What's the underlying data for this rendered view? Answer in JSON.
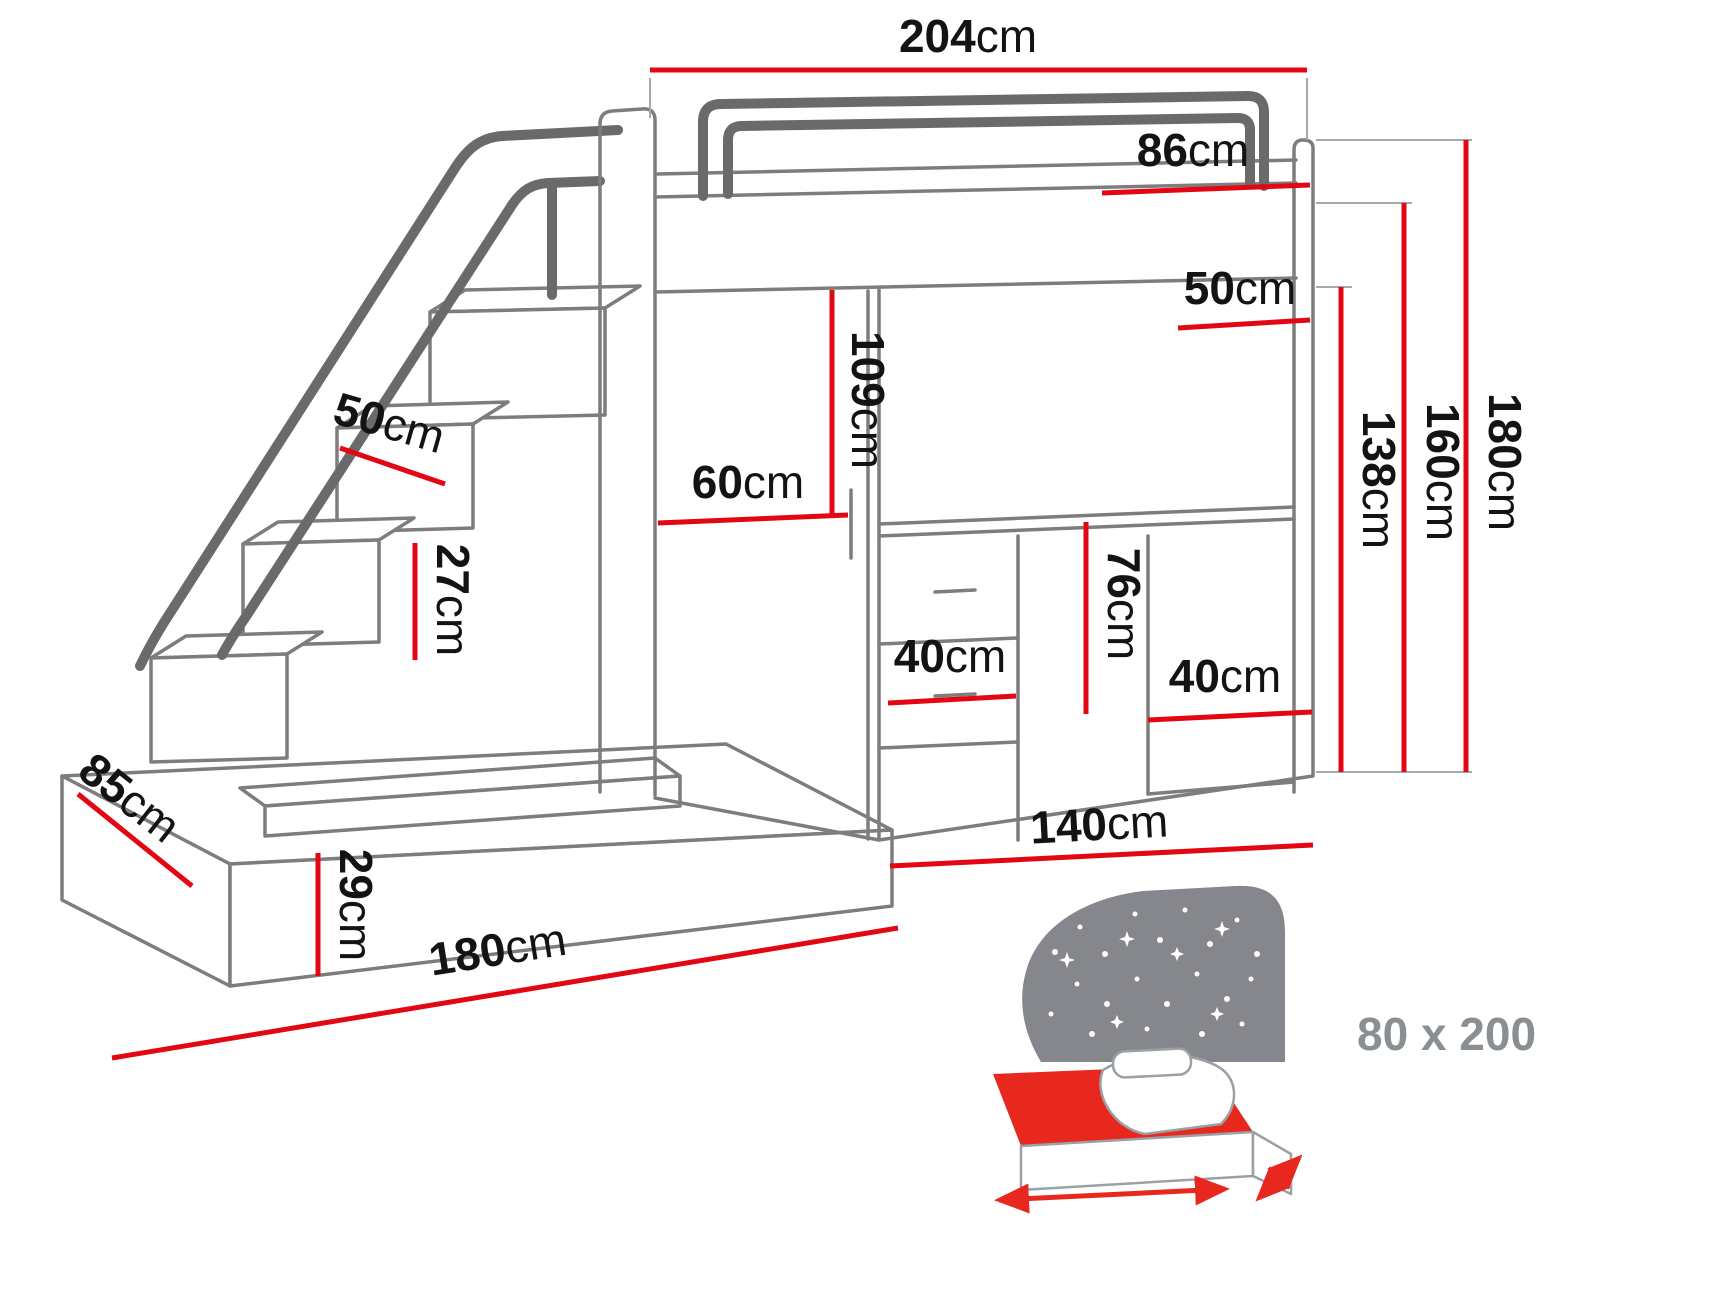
{
  "title": "bunk-bed-dimension-diagram",
  "dims": {
    "top_width": {
      "value": "204",
      "unit": "cm"
    },
    "bed_end": {
      "value": "86",
      "unit": "cm"
    },
    "shelf": {
      "value": "50",
      "unit": "cm"
    },
    "wardrobe_height": {
      "value": "109",
      "unit": "cm"
    },
    "wardrobe_depth": {
      "value": "60",
      "unit": "cm"
    },
    "stair_tread": {
      "value": "50",
      "unit": "cm"
    },
    "step_rise": {
      "value": "27",
      "unit": "cm"
    },
    "drawer_width": {
      "value": "40",
      "unit": "cm"
    },
    "desk_clearance": {
      "value": "76",
      "unit": "cm"
    },
    "cabinet_width": {
      "value": "40",
      "unit": "cm"
    },
    "height_low": {
      "value": "138",
      "unit": "cm"
    },
    "height_mid": {
      "value": "160",
      "unit": "cm"
    },
    "height_total": {
      "value": "180",
      "unit": "cm"
    },
    "base_depth": {
      "value": "85",
      "unit": "cm"
    },
    "base_height": {
      "value": "29",
      "unit": "cm"
    },
    "base_length": {
      "value": "180",
      "unit": "cm"
    },
    "desk_width": {
      "value": "140",
      "unit": "cm"
    }
  },
  "bed_icon": {
    "label": "80 x 200"
  },
  "colors": {
    "dimension_red": "#e30613",
    "outline_gray": "#7d7d7d",
    "rail_gray": "#6a6a6a",
    "text_black": "#131313",
    "icon_gray": "#8a8f94",
    "mattress_red": "#e8271f"
  }
}
